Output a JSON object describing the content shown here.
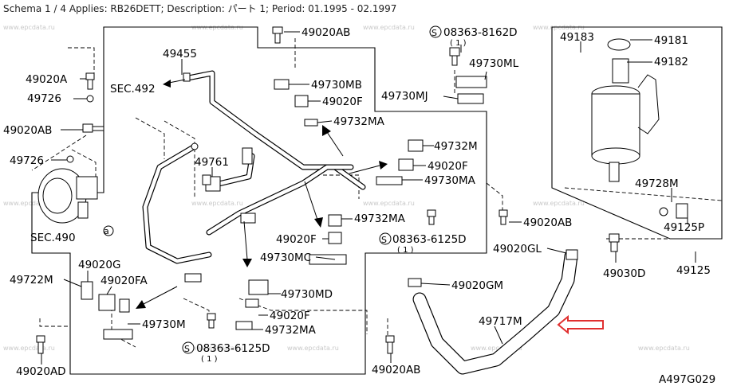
{
  "header": {
    "text": "Schema 1 / 4 Applies: RB26DETT; Description: パート 1; Period: 01.1995 - 02.1997"
  },
  "watermark": "www.epcdata.ru",
  "diagram_code": "A497G029",
  "colors": {
    "indicator_arrow": "#e03030",
    "watermark": "#c9c9c9",
    "line": "#000000"
  },
  "labels": {
    "p49020AB_top": "49020AB",
    "s08363_8162D": "08363-8162D",
    "s08363_8162D_qty": "( 1 )",
    "p49183": "49183",
    "p49181": "49181",
    "p49455": "49455",
    "p49182": "49182",
    "p49020A": "49020A",
    "sec492": "SEC.492",
    "p49730MB": "49730MB",
    "p49730ML": "49730ML",
    "p49726_top": "49726",
    "p49020F_top": "49020F",
    "p49730MJ": "49730MJ",
    "p49732MA_top": "49732MA",
    "p49020AB_left": "49020AB",
    "p49732M": "49732M",
    "p49726_left": "49726",
    "p49761": "49761",
    "p49020F_mid": "49020F",
    "p49730MA": "49730MA",
    "p49728M": "49728M",
    "p49732MA_mid": "49732MA",
    "p49020AB_right": "49020AB",
    "p49125P": "49125P",
    "sec490": "SEC.490",
    "p49020F_lower": "49020F",
    "s08363_6125D_a": "08363-6125D",
    "s08363_6125D_a_qty": "( 1 )",
    "p49020GL": "49020GL",
    "p49020G": "49020G",
    "p49730MC": "49730MC",
    "p49125": "49125",
    "p49030D": "49030D",
    "p49020FA": "49020FA",
    "p49722M": "49722M",
    "p49020GM": "49020GM",
    "p49730MD": "49730MD",
    "p49020F_bottom": "49020F",
    "p49730M": "49730M",
    "p49717M": "49717M",
    "p49732MA_bottom": "49732MA",
    "s08363_6125D_b": "08363-6125D",
    "s08363_6125D_b_qty": "( 1 )",
    "p49020AD": "49020AD",
    "p49020AB_bottom": "49020AB",
    "s_symbol": "S",
    "a_symbol": "a"
  }
}
